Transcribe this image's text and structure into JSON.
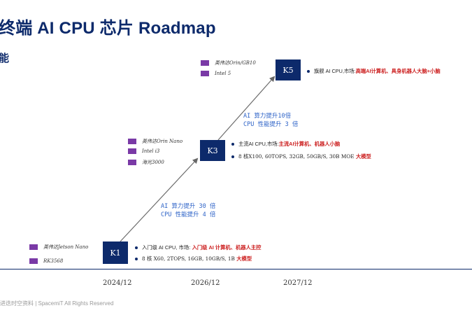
{
  "title": "终端 AI CPU 芯片 Roadmap",
  "subtitle": "能",
  "chips": [
    {
      "label": "K1",
      "competitors": [
        "英伟达Jetson Nano",
        "RK3568"
      ],
      "bullets": [
        {
          "pre": "入门级 AI CPU,",
          "market_label": "市场:",
          "market": "入门级 AI 计算机、机器人主控"
        },
        {
          "pre": "8 核 X60, 2TOPS, 16GB, 10GB/S, 1B",
          "market_label": "",
          "market": "大模型"
        }
      ]
    },
    {
      "label": "K3",
      "competitors": [
        "英伟达Orin Nano",
        "Intel i3",
        "海光3000"
      ],
      "bullets": [
        {
          "pre": "主流AI CPU,",
          "market_label": "市场:",
          "market": "主流AI计算机、机器人小脑"
        },
        {
          "pre": "8 核X100, 60TOPS, 32GB, 50GB/S, 30B MOE",
          "market_label": "",
          "market": "大模型"
        }
      ]
    },
    {
      "label": "K5",
      "competitors": [
        "英伟达Orin/GB10",
        "Intel 5"
      ],
      "bullets": [
        {
          "pre": "旗舰 AI CPU,",
          "market_label": "市场:",
          "market": "高端AI计算机、具身机器人大脑+小脑"
        }
      ]
    }
  ],
  "boosts": [
    {
      "ai": "AI 算力提升 30 倍",
      "cpu": "CPU 性能提升 4 倍"
    },
    {
      "ai": "AI 算力提升10倍",
      "cpu": "CPU 性能提升 3 倍"
    }
  ],
  "timeline": [
    "2024/12",
    "2026/12",
    "2027/12"
  ],
  "footer": "进迭时空资料 | SpacemiT All Rights Reserved",
  "colors": {
    "chip_bg": "#0d2a6b",
    "swatch": "#7a3aa6",
    "highlight_red": "#cc1f1f",
    "boost_blue": "#2f64c8"
  }
}
